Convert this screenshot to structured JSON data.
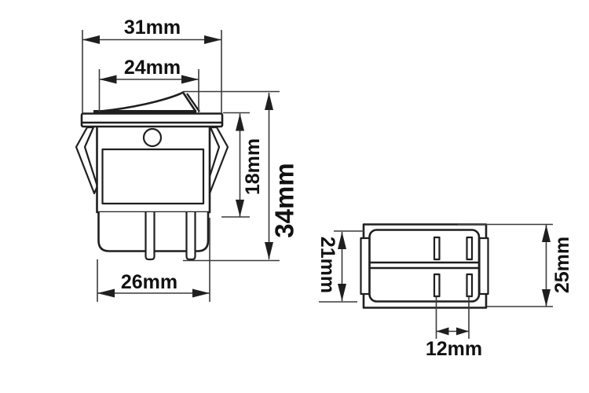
{
  "drawing": {
    "subject": "rocker-switch-dimension-drawing",
    "colors": {
      "background": "#ffffff",
      "line": "#1f1f1f",
      "dimension_line": "#3a3a3a",
      "text": "#111111"
    },
    "front_view": {
      "labels": {
        "bezel_width": "31mm",
        "rocker_width": "24mm",
        "body_depth": "18mm",
        "total_height": "34mm",
        "body_width": "26mm"
      }
    },
    "bottom_view": {
      "labels": {
        "inner_body_height": "21mm",
        "outer_body_height": "25mm",
        "terminal_pitch": "12mm"
      }
    }
  }
}
